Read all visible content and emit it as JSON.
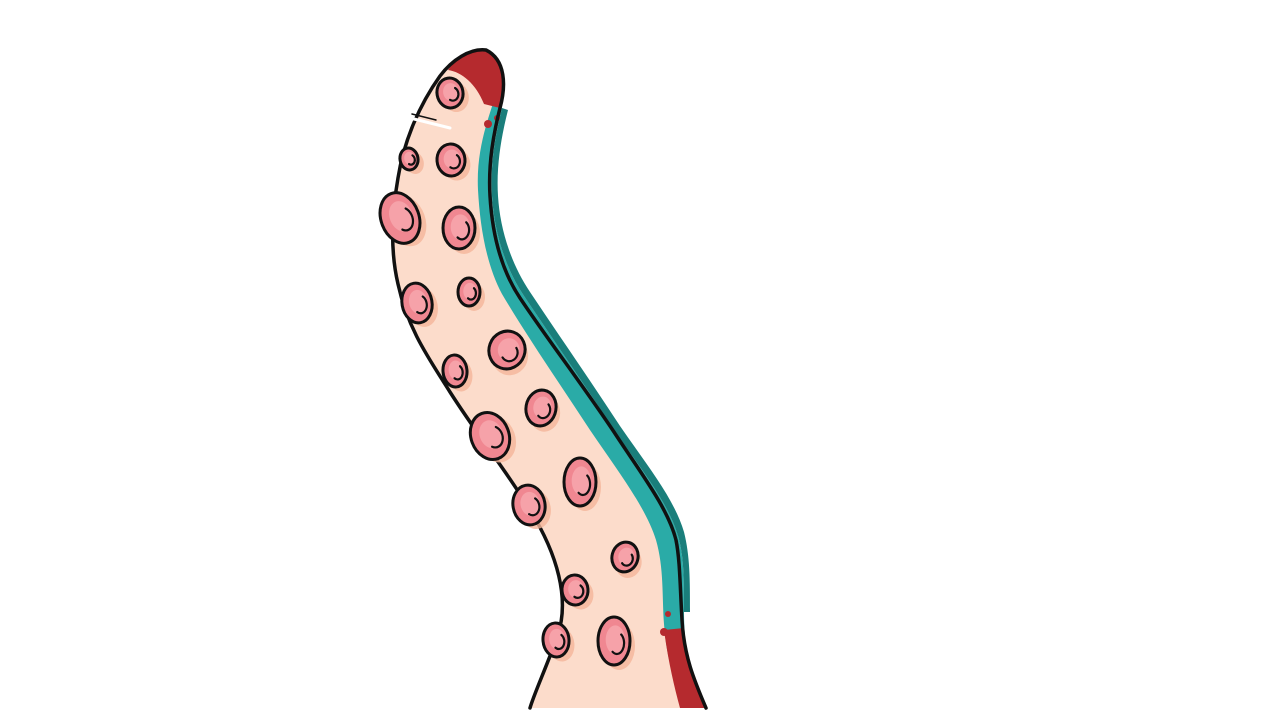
{
  "scene": {
    "subject": "tentacle-illustration",
    "colors": {
      "background": "#ffffff",
      "skin": "#fcdccb",
      "skin_shadow": "#f7c2ad",
      "back_stripe": "#2aaba7",
      "back_stripe_dark": "#1a7e7b",
      "tip_red": "#b52a2e",
      "sucker": "#f08791",
      "sucker_light": "#f6a2a9",
      "sucker_shadow": "#f4b59a",
      "outline": "#111111",
      "highlight": "#ffffff"
    },
    "suckers": [
      {
        "id": 1,
        "icon": "sucker-icon"
      },
      {
        "id": 2,
        "icon": "sucker-icon"
      },
      {
        "id": 3,
        "icon": "sucker-icon"
      },
      {
        "id": 4,
        "icon": "sucker-icon"
      },
      {
        "id": 5,
        "icon": "sucker-icon"
      },
      {
        "id": 6,
        "icon": "sucker-icon"
      },
      {
        "id": 7,
        "icon": "sucker-icon"
      },
      {
        "id": 8,
        "icon": "sucker-icon"
      },
      {
        "id": 9,
        "icon": "sucker-icon"
      },
      {
        "id": 10,
        "icon": "sucker-icon"
      },
      {
        "id": 11,
        "icon": "sucker-icon"
      },
      {
        "id": 12,
        "icon": "sucker-icon"
      },
      {
        "id": 13,
        "icon": "sucker-icon"
      },
      {
        "id": 14,
        "icon": "sucker-icon"
      },
      {
        "id": 15,
        "icon": "sucker-icon"
      },
      {
        "id": 16,
        "icon": "sucker-icon"
      },
      {
        "id": 17,
        "icon": "sucker-icon"
      },
      {
        "id": 18,
        "icon": "sucker-icon"
      }
    ]
  }
}
